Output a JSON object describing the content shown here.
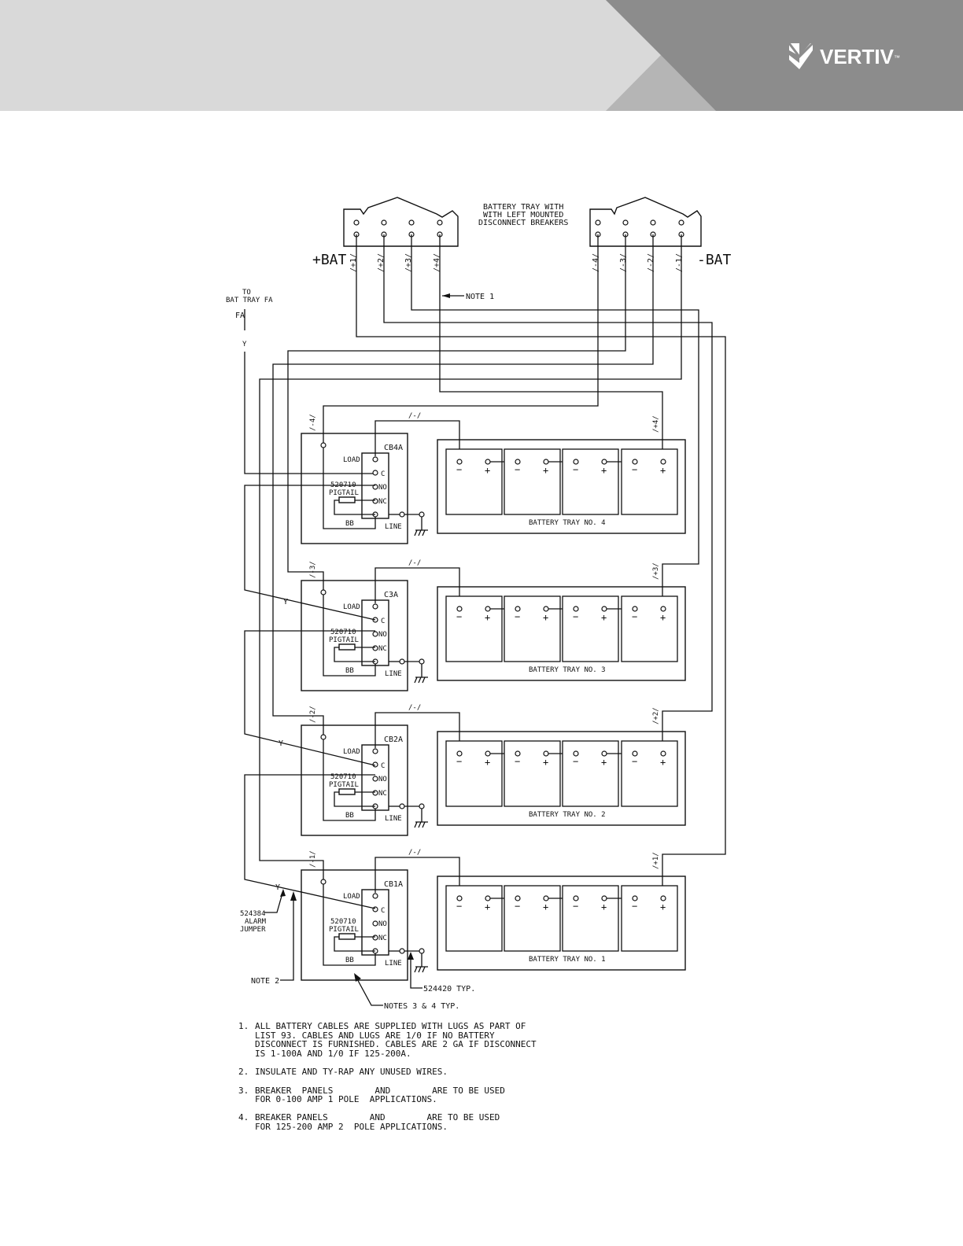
{
  "header": {
    "brand": "VERTIV",
    "trademark": "™",
    "colors": {
      "light_gray": "#d9d9d9",
      "mid_gray": "#b5b5b5",
      "dark_gray": "#8c8c8c",
      "logo_white": "#ffffff"
    }
  },
  "diagram": {
    "top_caption": [
      "BATTERY TRAY WITH",
      "WITH LEFT MOUNTED",
      "DISCONNECT BREAKERS"
    ],
    "pos_bat": "+BAT",
    "neg_bat": "-BAT",
    "pos_cables": [
      "/+1/",
      "/+2/",
      "/+3/",
      "/+4/"
    ],
    "neg_cables": [
      "/-4/",
      "/-3/",
      "/-2/",
      "/-1/"
    ],
    "note1_pointer": "NOTE 1",
    "fa_top": "TO",
    "fa_line": "BAT TRAY FA",
    "fa": "FA",
    "y": "Y",
    "trays": [
      {
        "breaker": "CB4A",
        "tray": "BATTERY TRAY NO. 4",
        "neg_cable": "/-4/",
        "pos_cable": "/+4/"
      },
      {
        "breaker": "C3A",
        "tray": "BATTERY TRAY NO. 3",
        "neg_cable": "/-3/",
        "pos_cable": "/+3/"
      },
      {
        "breaker": "CB2A",
        "tray": "BATTERY TRAY NO. 2",
        "neg_cable": "/-2/",
        "pos_cable": "/+2/"
      },
      {
        "breaker": "CB1A",
        "tray": "BATTERY TRAY NO. 1",
        "neg_cable": "/-1/",
        "pos_cable": "/+1/"
      }
    ],
    "jumper_label": "/-/",
    "load": "LOAD",
    "c": "C",
    "no": "NO",
    "nc": "NC",
    "pigtail_num": "520710",
    "pigtail": "PIGTAIL",
    "bb": "BB",
    "line": "LINE",
    "minus": "−",
    "plus": "+",
    "alarm_jumper": [
      "524384",
      "ALARM",
      "JUMPER"
    ],
    "note2": "NOTE 2",
    "ground_ref": "524420 TYP.",
    "notes34": "NOTES 3 & 4 TYP."
  },
  "notes": [
    {
      "num": "1.",
      "lines": [
        "ALL BATTERY CABLES ARE SUPPLIED WITH LUGS AS PART OF",
        "LIST 93. CABLES AND LUGS ARE 1/0 IF NO BATTERY",
        "DISCONNECT IS FURNISHED. CABLES ARE 2 GA IF DISCONNECT",
        "IS 1-100A AND 1/0 IF 125-200A."
      ]
    },
    {
      "num": "2.",
      "lines": [
        "INSULATE AND TY-RAP ANY UNUSED WIRES."
      ]
    },
    {
      "num": "3.",
      "lines": [
        "BREAKER  PANELS        AND        ARE TO BE USED",
        "FOR 0-100 AMP 1 POLE  APPLICATIONS."
      ]
    },
    {
      "num": "4.",
      "lines": [
        "BREAKER PANELS        AND        ARE TO BE USED",
        "FOR 125-200 AMP 2  POLE APPLICATIONS."
      ]
    }
  ]
}
